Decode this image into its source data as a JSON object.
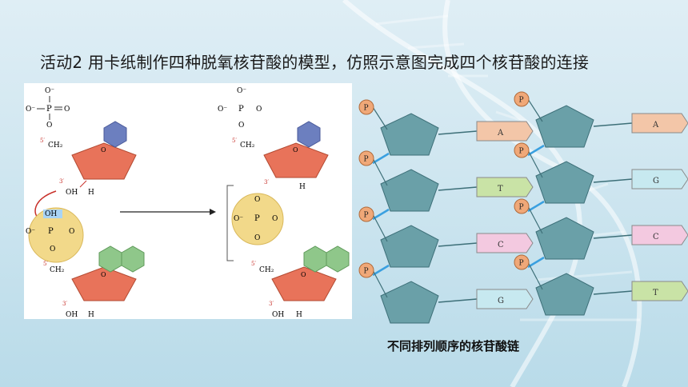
{
  "title": "活动2 用卡纸制作四种脱氧核苷酸的模型，仿照示意图完成四个核苷酸的连接",
  "caption": "不同排列顺序的核苷酸链",
  "left_diagram": {
    "o_minus": "O⁻",
    "o": "O",
    "p": "P",
    "oh": "OH",
    "h": "H",
    "ch2": "CH₂",
    "prime5": "5′",
    "prime3": "3′"
  },
  "chains": {
    "phosphate_label": "P",
    "chain1_bases": [
      "A",
      "T",
      "C",
      "G"
    ],
    "chain2_bases": [
      "A",
      "G",
      "C",
      "T"
    ]
  },
  "colors": {
    "phosphate": "#f2d98a",
    "sugar": "#e8735a",
    "base_purine": "#8fc78a",
    "base_pyrimidine": "#6c7fbf",
    "highlight_oh": "#a9d4f5",
    "arrow_red": "#c8302a",
    "link_blue": "#3aa0e0"
  }
}
